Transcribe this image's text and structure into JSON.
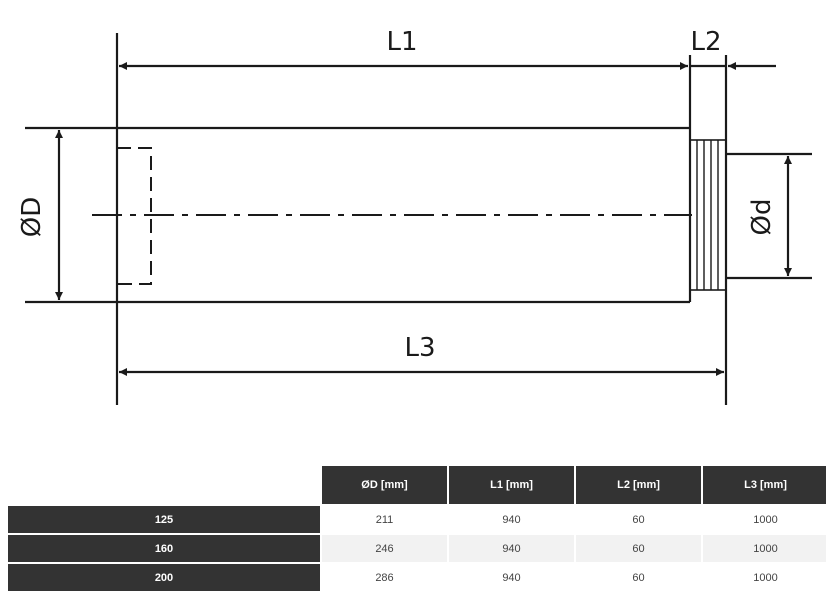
{
  "drawing": {
    "labels": {
      "l1": "L1",
      "l2": "L2",
      "l3": "L3",
      "outer_diameter": "ØD",
      "inner_diameter": "Ød"
    },
    "colors": {
      "line": "#1a1a1a"
    }
  },
  "table": {
    "headers": [
      "ØD [mm]",
      "L1 [mm]",
      "L2 [mm]",
      "L3 [mm]"
    ],
    "rows": [
      {
        "label": "125",
        "values": [
          "211",
          "940",
          "60",
          "1000"
        ]
      },
      {
        "label": "160",
        "values": [
          "246",
          "940",
          "60",
          "1000"
        ]
      },
      {
        "label": "200",
        "values": [
          "286",
          "940",
          "60",
          "1000"
        ]
      }
    ],
    "colors": {
      "header_bg": "#333333",
      "header_text": "#ffffff",
      "alt_row_bg": "#f2f2f2",
      "cell_text": "#444444"
    }
  }
}
